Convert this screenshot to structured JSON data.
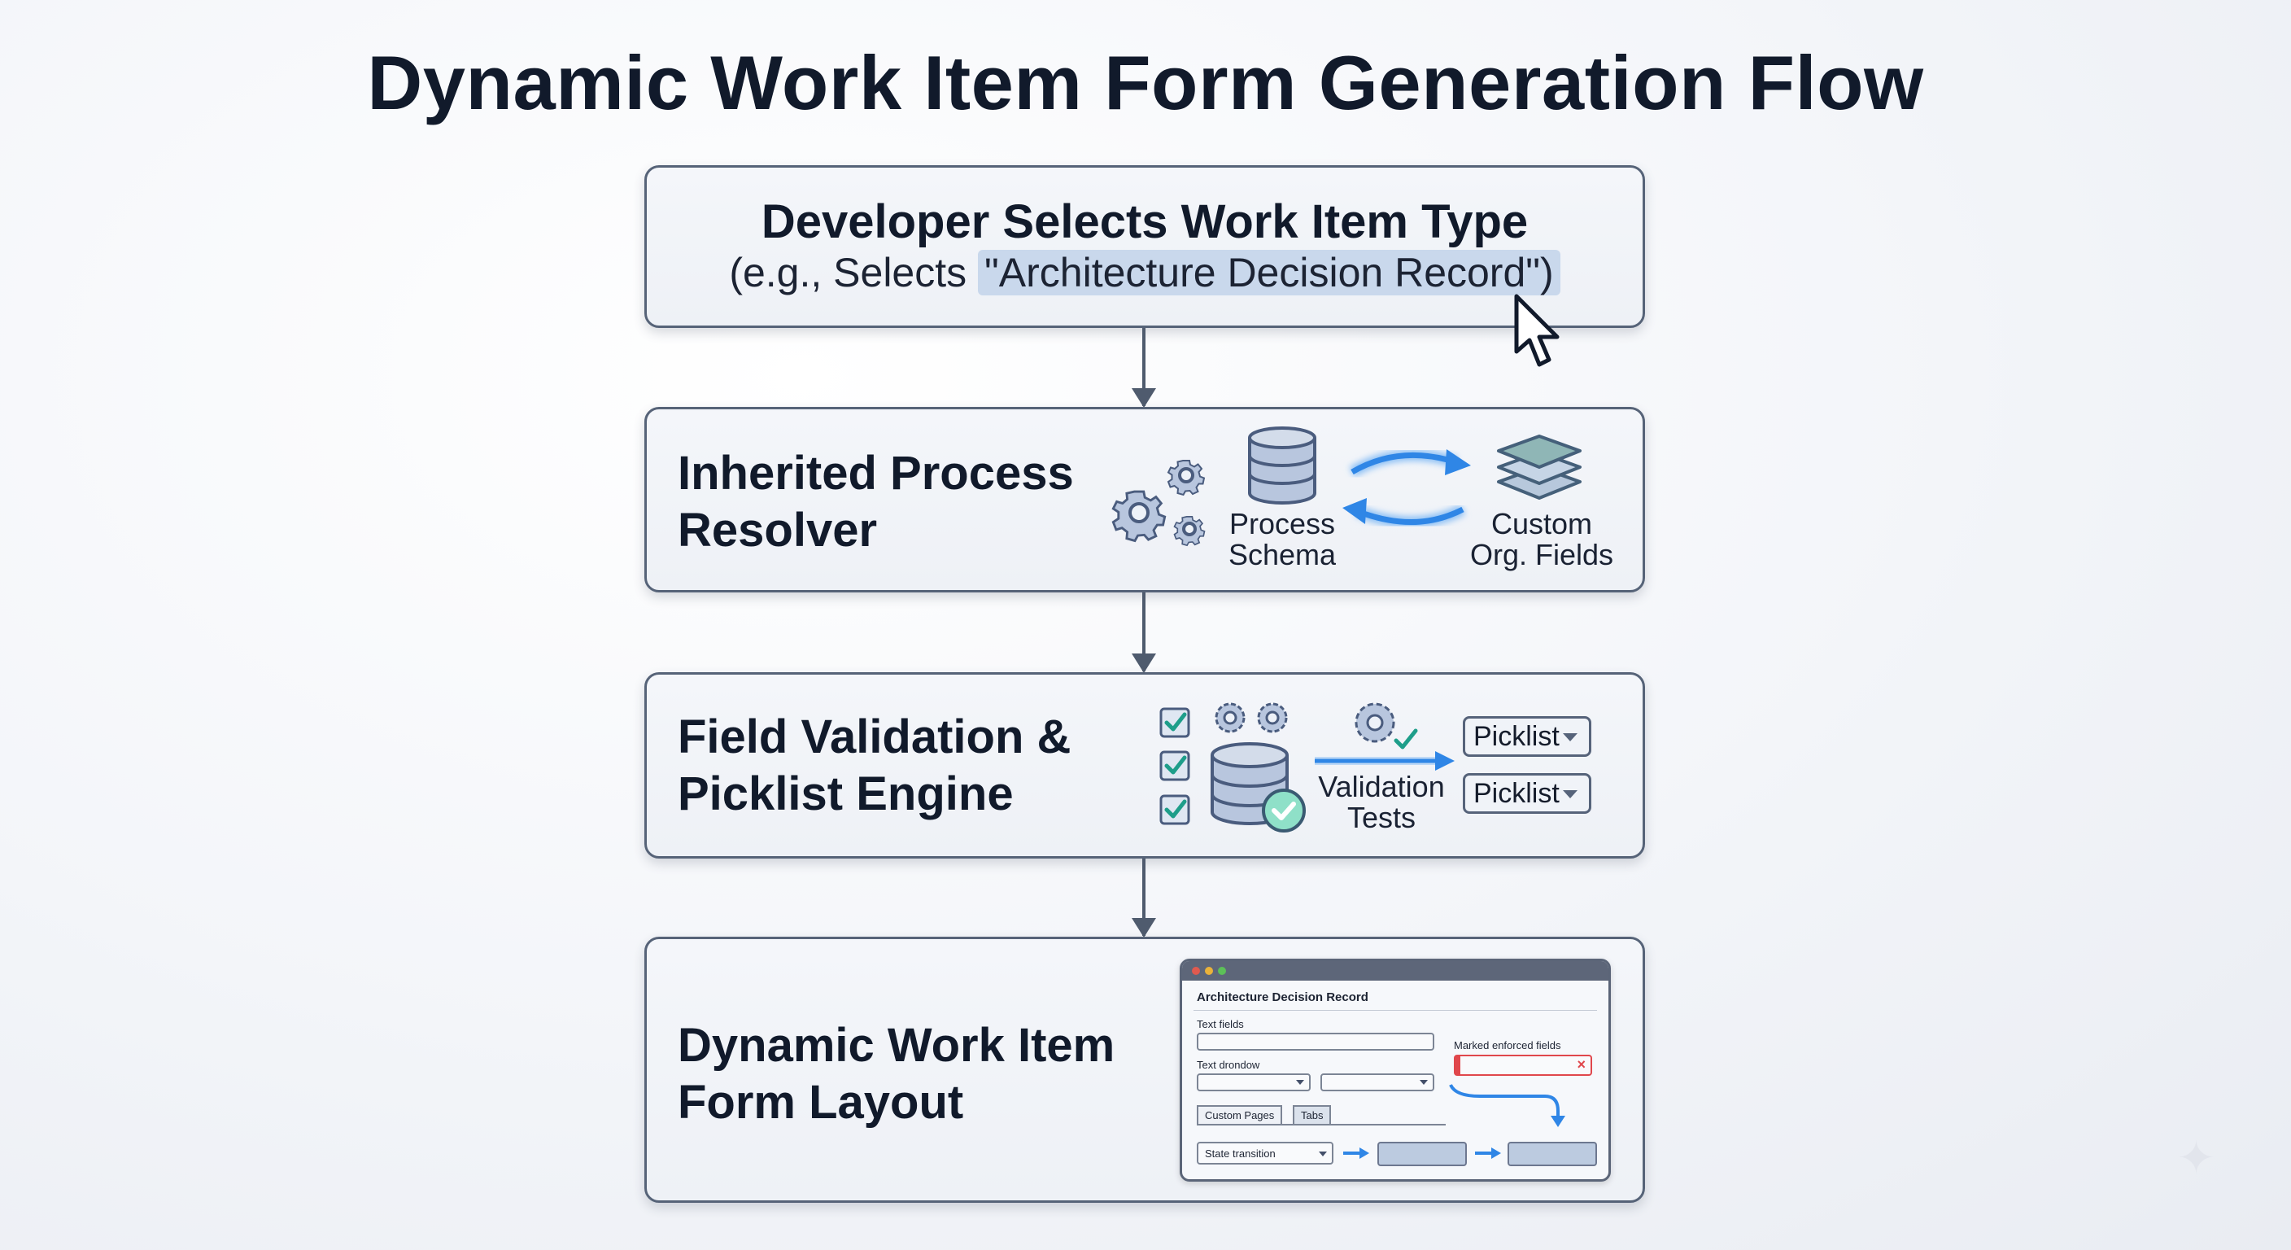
{
  "title": "Dynamic Work Item Form Generation Flow",
  "steps": [
    {
      "title": "Developer Selects Work Item Type",
      "subtitle_prefix": "(e.g., Selects ",
      "subtitle_highlight": "\"Architecture Decision Record\")",
      "icon": "mouse-cursor-icon"
    },
    {
      "title_line1": "Inherited Process",
      "title_line2": "Resolver",
      "process_schema_line1": "Process",
      "process_schema_line2": "Schema",
      "custom_fields_line1": "Custom",
      "custom_fields_line2": "Org. Fields"
    },
    {
      "title_line1": "Field Validation &",
      "title_line2": "Picklist Engine",
      "validation_line1": "Validation",
      "validation_line2": "Tests",
      "picklists": [
        "Picklist",
        "Picklist"
      ]
    },
    {
      "title_line1": "Dynamic Work Item",
      "title_line2": "Form Layout",
      "form": {
        "heading": "Architecture Decision Record",
        "text_fields_label": "Text fields",
        "text_dropdown_label": "Text drondow",
        "marked_enforced_label": "Marked enforced fields",
        "error_mark": "×",
        "tabs": [
          "Custom Pages",
          "Tabs"
        ],
        "state_transition": "State transition"
      }
    }
  ],
  "colors": {
    "accent_blue": "#2f86e6",
    "border": "#566378",
    "highlight": "#c9d8ec",
    "check_teal": "#2aa88f",
    "error_red": "#e0474c"
  }
}
